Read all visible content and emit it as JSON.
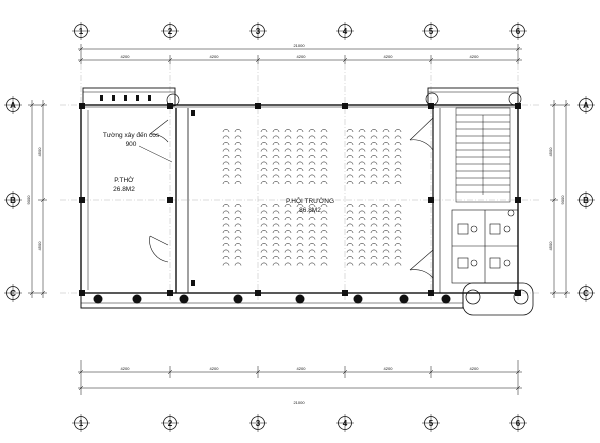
{
  "grid": {
    "columns": [
      "1",
      "2",
      "3",
      "4",
      "5",
      "6"
    ],
    "rows": [
      "A",
      "B",
      "C"
    ]
  },
  "dimensions": {
    "overall_width": "21000",
    "bays": [
      "4200",
      "4200",
      "4200",
      "4200",
      "4200"
    ],
    "row_spans": [
      "4500",
      "4500"
    ],
    "overall_depth": "9000"
  },
  "rooms": {
    "worship_name": "P.THỜ",
    "worship_area": "26.8M2",
    "hall_name": "P.HỘI TRƯỜNG",
    "hall_area": "86.8M2"
  },
  "notes": {
    "wall_line1": "Tường xây đến cos",
    "wall_line2": "900"
  }
}
